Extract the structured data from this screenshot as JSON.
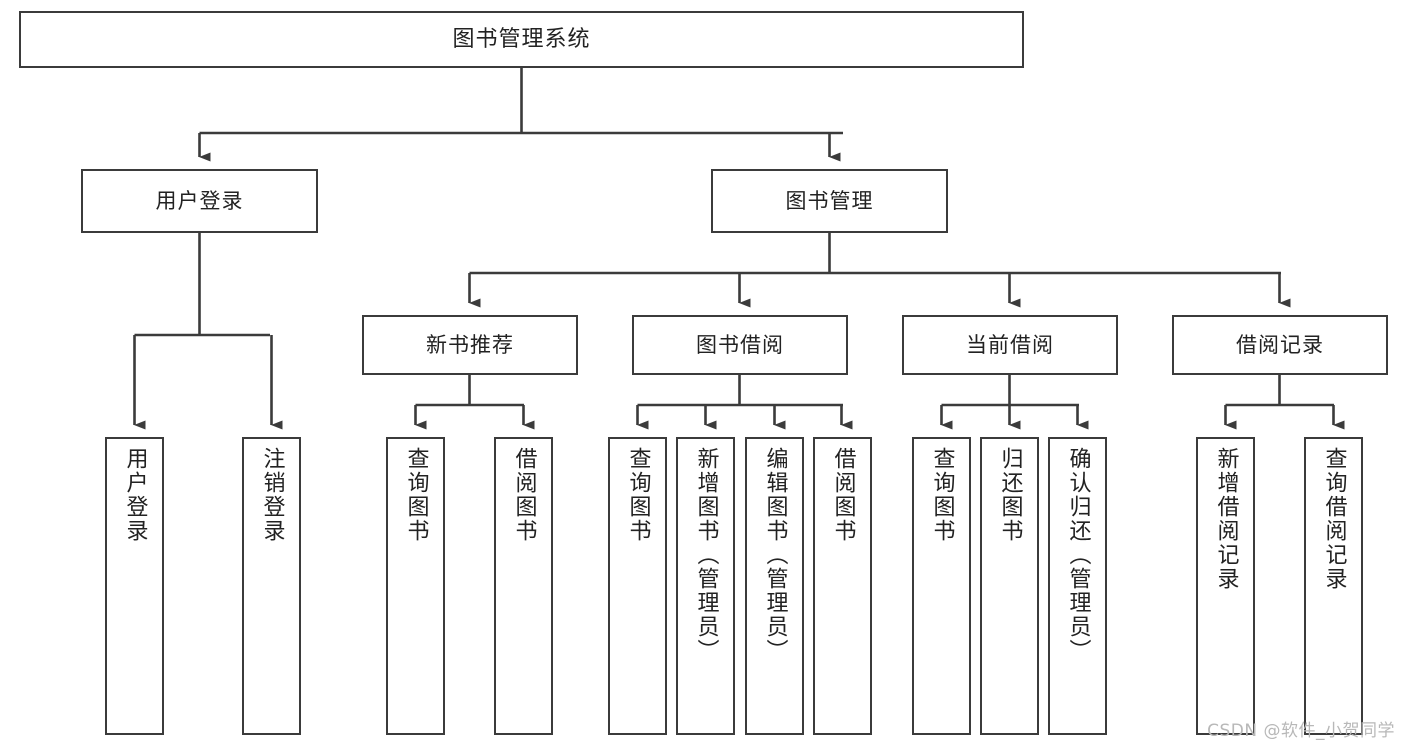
{
  "diagram": {
    "title": "图书管理系统",
    "type": "tree-hierarchy",
    "stroke_color": "#3b3b3b",
    "fill_color": "#ffffff",
    "text_color": "#222222",
    "root": {
      "label": "图书管理系统"
    },
    "level2": [
      {
        "label": "用户登录"
      },
      {
        "label": "图书管理"
      }
    ],
    "level3": [
      {
        "label": "新书推荐"
      },
      {
        "label": "图书借阅"
      },
      {
        "label": "当前借阅"
      },
      {
        "label": "借阅记录"
      }
    ],
    "leaves": {
      "user_login": [
        {
          "label": "用户登录"
        },
        {
          "label": "注销登录"
        }
      ],
      "new_book_recommend": [
        {
          "label": "查询图书"
        },
        {
          "label": "借阅图书"
        }
      ],
      "book_borrow": [
        {
          "label": "查询图书"
        },
        {
          "label": "新增图书（管理员）"
        },
        {
          "label": "编辑图书（管理员）"
        },
        {
          "label": "借阅图书"
        }
      ],
      "current_borrow": [
        {
          "label": "查询图书"
        },
        {
          "label": "归还图书"
        },
        {
          "label": "确认归还（管理员）"
        }
      ],
      "borrow_record": [
        {
          "label": "新增借阅记录"
        },
        {
          "label": "查询借阅记录"
        }
      ]
    },
    "watermark": "CSDN @软件_小贺同学"
  }
}
